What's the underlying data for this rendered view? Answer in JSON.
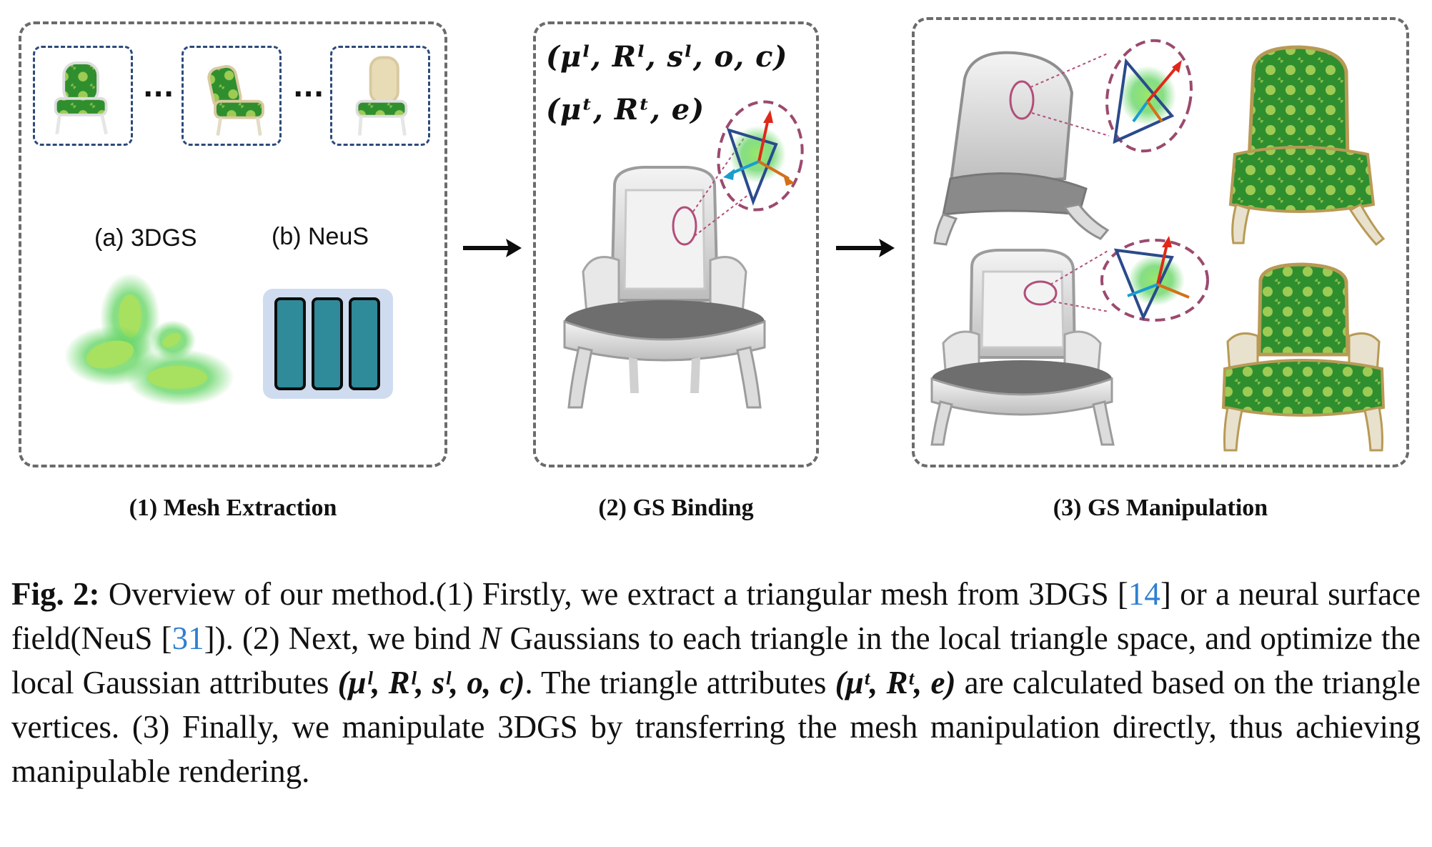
{
  "figure": {
    "panel1": {
      "ellipsis_1": "...",
      "ellipsis_2": "...",
      "label_a": "(a) 3DGS",
      "label_b": "(b) NeuS",
      "step_title": "(1) Mesh Extraction"
    },
    "panel2": {
      "formula_local": "(μˡ, Rˡ, sˡ, o, c)",
      "formula_triangle": "(μᵗ, Rᵗ, e)",
      "step_title": "(2) GS Binding"
    },
    "panel3": {
      "step_title": "(3) GS Manipulation"
    },
    "colors": {
      "gaussian_green": "#5fd35f",
      "neus_bar": "#2f8a99",
      "neus_bg": "#cfdcef",
      "thumb_border": "#2c4a7a",
      "callout_border": "#9b4a6e",
      "citation_blue": "#2f7fd1"
    }
  },
  "caption": {
    "fig_label": "Fig. 2:",
    "seg1": " Overview of our method.(1) Firstly, we extract a triangular mesh from 3DGS [",
    "cite1": "14",
    "seg2": "] or a neural surface field(NeuS [",
    "cite2": "31",
    "seg3": "]). (2) Next, we bind ",
    "var_n": "N",
    "seg4": " Gaussians to each triangle in the local triangle space, and optimize the local Gaussian attributes ",
    "attrs_local": "(μˡ, Rˡ, sˡ, o, c)",
    "seg5": ". The triangle attributes ",
    "attrs_triangle": "(μᵗ, Rᵗ, e)",
    "seg6": " are calculated based on the triangle vertices. (3) Finally, we manipulate 3DGS by transferring the mesh manipulation directly, thus achieving manipulable rendering."
  }
}
